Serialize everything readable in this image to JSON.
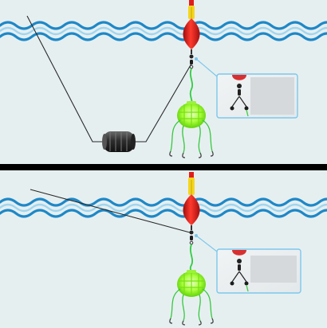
{
  "panels": [
    {
      "id": "top",
      "scene": "float-rig-with-barrel-sinker",
      "inset_caption": ""
    },
    {
      "id": "bottom",
      "scene": "float-rig-line-to-float",
      "inset_caption": ""
    }
  ],
  "colors": {
    "water_background": "#e6eff0",
    "wave_dark": "#1d88c8",
    "wave_light": "#9fd6ef",
    "float_red": "#e01d1d",
    "float_yellow": "#f4d61f",
    "lure_green": "#8fff1a",
    "line": "#2a2a2a",
    "sinker": "#333333",
    "separator": "#000000",
    "inset_border": "#7cc7ec",
    "inset_blank": "#d5d9dc"
  },
  "icons": [
    "float-icon",
    "swivel-icon",
    "barrel-sinker-icon",
    "lure-cage-icon",
    "hook-icon"
  ]
}
